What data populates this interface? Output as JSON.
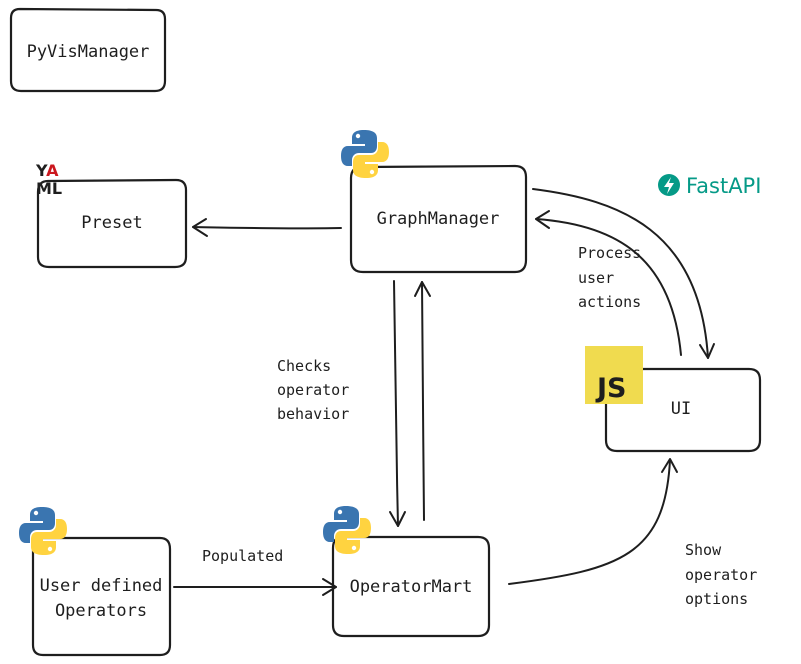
{
  "nodes": {
    "pyvis": "PyVisManager",
    "preset": "Preset",
    "graph_manager": "GraphManager",
    "ui": "UI",
    "operator_mart": "OperatorMart",
    "user_ops_line1": "User defined",
    "user_ops_line2": "Operators"
  },
  "edges": {
    "checks": [
      "Checks",
      "operator",
      "behavior"
    ],
    "process": [
      "Process",
      "user",
      "actions"
    ],
    "populated": "Populated",
    "show": [
      "Show",
      "operator",
      "options"
    ]
  },
  "logos": {
    "fastapi": "FastAPI",
    "js": "JS",
    "yaml_top": "YA",
    "yaml_bottom": "ML",
    "python": "python-logo-icon"
  },
  "colors": {
    "fastapi": "#059a87",
    "js_bg": "#f0db4f",
    "python_blue": "#3a75b0",
    "python_yellow": "#ffd340",
    "yaml_red": "#cb171e"
  }
}
